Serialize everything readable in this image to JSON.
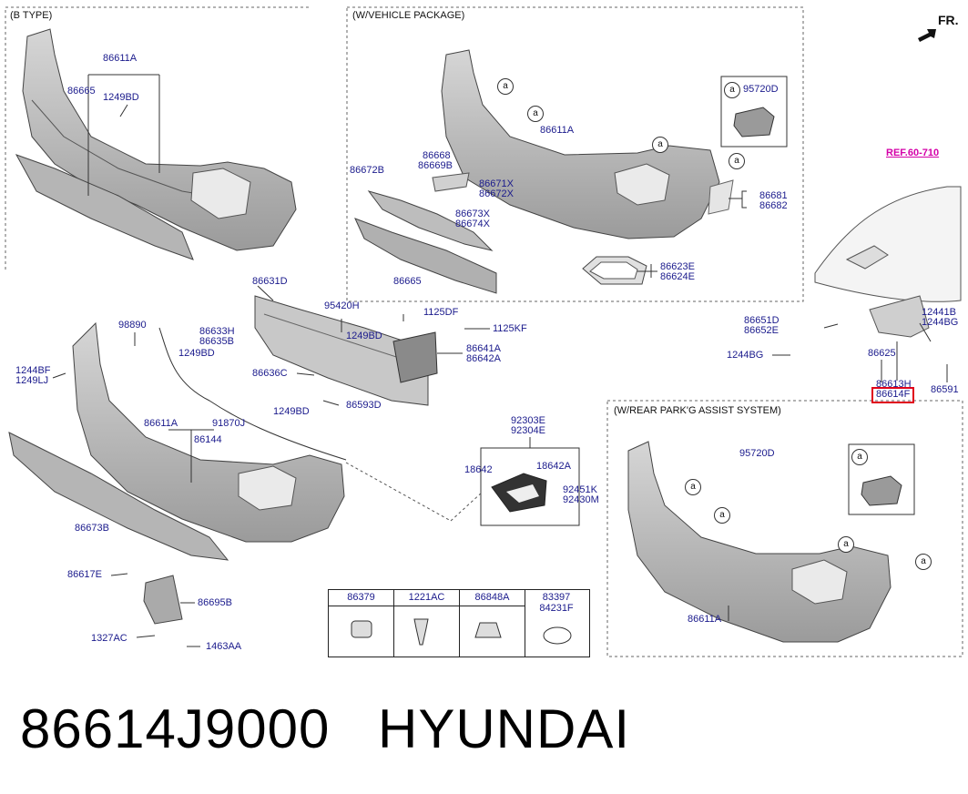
{
  "sections": {
    "b_type": "(B TYPE)",
    "vehicle_package": "(W/VEHICLE PACKAGE)",
    "rear_park_assist": "(W/REAR PARK'G ASSIST SYSTEM)"
  },
  "front_indicator": "FR.",
  "reference": "REF.60-710",
  "callout_letter": "a",
  "parts": {
    "p86611A": "86611A",
    "p86665": "86665",
    "p1249BD": "1249BD",
    "p86668": "86668",
    "p86669B": "86669B",
    "p86672B": "86672B",
    "p86671X": "86671X",
    "p86672X": "86672X",
    "p86673X": "86673X",
    "p86674X": "86674X",
    "p86681": "86681",
    "p86682": "86682",
    "p86623E": "86623E",
    "p86624E": "86624E",
    "p95720D": "95720D",
    "p86631D": "86631D",
    "p95420H": "95420H",
    "p1125DF": "1125DF",
    "p1125KF": "1125KF",
    "p86641A": "86641A",
    "p86642A": "86642A",
    "p98890": "98890",
    "p86633H": "86633H",
    "p86635B": "86635B",
    "p1244BF": "1244BF",
    "p1249LJ": "1249LJ",
    "p86636C": "86636C",
    "p86593D": "86593D",
    "p91870J": "91870J",
    "p86144": "86144",
    "p86673B": "86673B",
    "p86617E": "86617E",
    "p86695B": "86695B",
    "p1327AC": "1327AC",
    "p1463AA": "1463AA",
    "p92303E": "92303E",
    "p92304E": "92304E",
    "p18642": "18642",
    "p18642A": "18642A",
    "p92451K": "92451K",
    "p92430M": "92430M",
    "p86651D": "86651D",
    "p86652E": "86652E",
    "p1244BG": "1244BG",
    "p12441B": "12441B",
    "p86625": "86625",
    "p86613H": "86613H",
    "p86614F": "86614F",
    "p86591": "86591"
  },
  "hardware_table": [
    "86379",
    "1221AC",
    "86848A",
    "83397",
    "84231F"
  ],
  "part_number": "86614J9000",
  "brand": "HYUNDAI"
}
